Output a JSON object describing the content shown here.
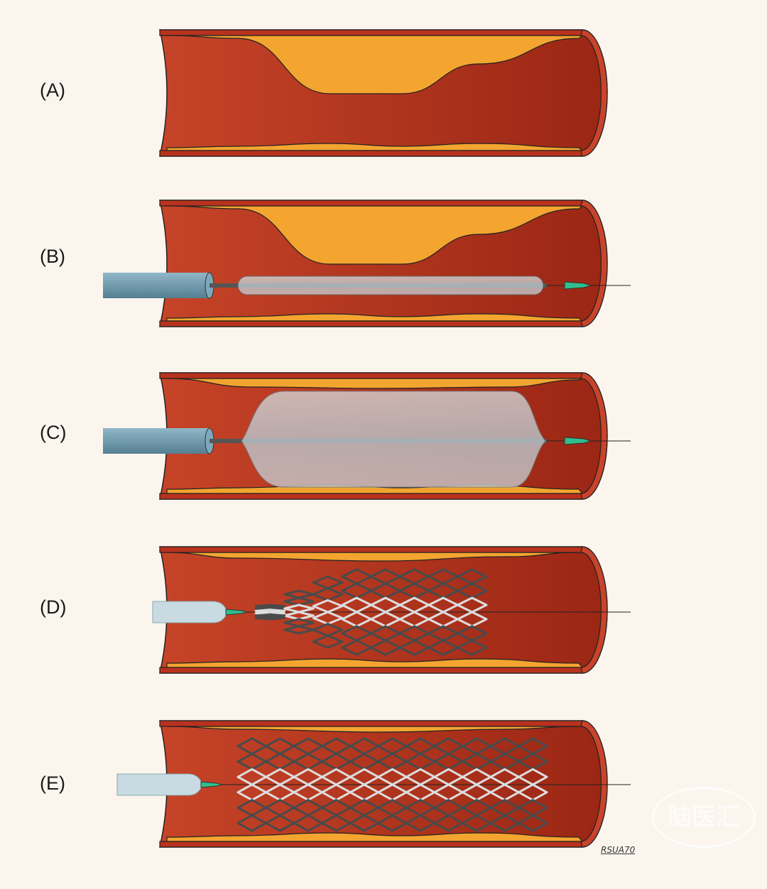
{
  "panels": [
    {
      "label": "(A)",
      "device": "none"
    },
    {
      "label": "(B)",
      "device": "balloon-deflated"
    },
    {
      "label": "(C)",
      "device": "balloon-inflated"
    },
    {
      "label": "(D)",
      "device": "stent-partial"
    },
    {
      "label": "(E)",
      "device": "stent-full"
    }
  ],
  "signature": "RSUA70",
  "watermark": "脑医汇",
  "colors": {
    "background": "#fbf5ee",
    "wall": "#b8321e",
    "lumen": "#a42a17",
    "plaque": "#f3a530",
    "catheter": "#6b9bb0",
    "tip": "#2fbf8c",
    "stent": "#4a4a4a"
  }
}
